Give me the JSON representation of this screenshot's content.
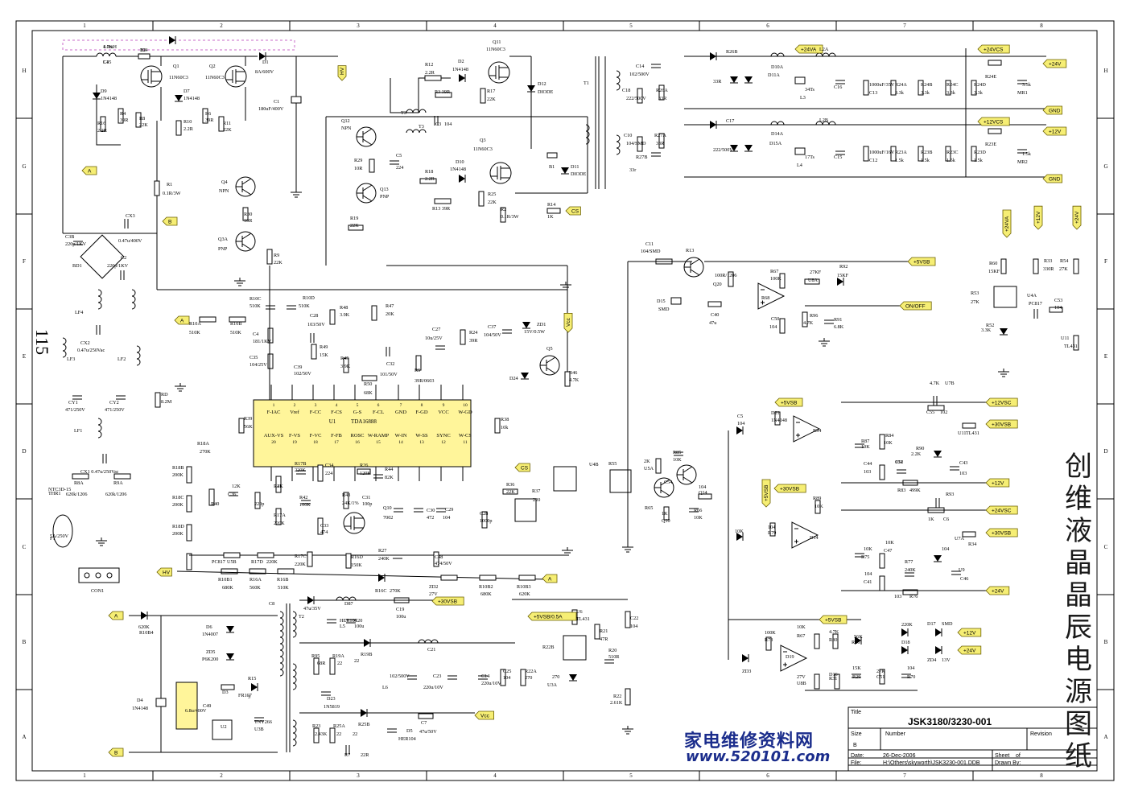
{
  "sheet": {
    "columns": [
      "1",
      "2",
      "3",
      "4",
      "5",
      "6",
      "7",
      "8"
    ],
    "rows": [
      "H",
      "G",
      "F",
      "E",
      "D",
      "C",
      "B",
      "A"
    ]
  },
  "title_vertical": "创维液晶晶辰电源图纸",
  "page_mark": "115",
  "watermark": {
    "line1": "家电维修资料网",
    "line2": "www.520101.com"
  },
  "title_block": {
    "title_label": "Title",
    "title": "JSK3180/3230-001",
    "size_label": "Size",
    "size": "B",
    "number_label": "Number",
    "revision_label": "Revision",
    "date_label": "Date:",
    "date": "26-Dec-2006",
    "sheet_label": "Sheet",
    "of_label": "of",
    "file_label": "File:",
    "file": "H:\\Others\\skyworth\\JSK3230-001.DDB",
    "drawn_label": "Drawn By:"
  },
  "net_flags": [
    {
      "text": "A"
    },
    {
      "text": "B"
    },
    {
      "text": "HV"
    },
    {
      "text": "A"
    },
    {
      "text": "CS"
    },
    {
      "text": "CS"
    },
    {
      "text": "A"
    },
    {
      "text": "HV"
    },
    {
      "text": "A"
    },
    {
      "text": "B"
    },
    {
      "text": "+24VA"
    },
    {
      "text": "+24VCS"
    },
    {
      "text": "+24V"
    },
    {
      "text": "GND"
    },
    {
      "text": "+12VCS"
    },
    {
      "text": "+12V"
    },
    {
      "text": "GND"
    },
    {
      "text": "+5VSB"
    },
    {
      "text": "ON/OFF"
    },
    {
      "text": "+24VA"
    },
    {
      "text": "+12V"
    },
    {
      "text": "+24V"
    },
    {
      "text": "+5VSB"
    },
    {
      "text": "+12VSC"
    },
    {
      "text": "+30VSB"
    },
    {
      "text": "+12V"
    },
    {
      "text": "+30VSB"
    },
    {
      "text": "+5VSB"
    },
    {
      "text": "+24VSC"
    },
    {
      "text": "+30VSB"
    },
    {
      "text": "+24V"
    },
    {
      "text": "+5VSB"
    },
    {
      "text": "+12V"
    },
    {
      "text": "+24V"
    },
    {
      "text": "+30VSB"
    },
    {
      "text": "+5VSB/0.5A"
    },
    {
      "text": "Vcc"
    },
    {
      "text": "Vcc"
    }
  ],
  "ic": {
    "ref": "U1",
    "part": "TDA16888",
    "top_pins": [
      {
        "num": "1",
        "name": "F-IAC"
      },
      {
        "num": "2",
        "name": "Vref"
      },
      {
        "num": "3",
        "name": "F-CC"
      },
      {
        "num": "4",
        "name": "F-CS"
      },
      {
        "num": "5",
        "name": "G-S"
      },
      {
        "num": "6",
        "name": "F-CL"
      },
      {
        "num": "7",
        "name": "GND"
      },
      {
        "num": "8",
        "name": "F-GD"
      },
      {
        "num": "9",
        "name": "VCC"
      },
      {
        "num": "10",
        "name": "W-GD"
      }
    ],
    "bottom_pins": [
      {
        "num": "20",
        "name": "AUX-VS"
      },
      {
        "num": "19",
        "name": "F-VS"
      },
      {
        "num": "18",
        "name": "F-VC"
      },
      {
        "num": "17",
        "name": "F-FB"
      },
      {
        "num": "16",
        "name": "ROSC"
      },
      {
        "num": "15",
        "name": "W-RAMP"
      },
      {
        "num": "14",
        "name": "W-IN"
      },
      {
        "num": "13",
        "name": "W-SS"
      },
      {
        "num": "12",
        "name": "SYNC"
      },
      {
        "num": "11",
        "name": "W-CS"
      }
    ]
  },
  "labels": [
    {
      "text": "1.0mH"
    },
    {
      "text": "L1"
    },
    {
      "text": "B2"
    },
    {
      "text": "Q1"
    },
    {
      "text": "11N60C3"
    },
    {
      "text": "Q2"
    },
    {
      "text": "11N60C3"
    },
    {
      "text": "D1"
    },
    {
      "text": "8A/600V"
    },
    {
      "text": "D9"
    },
    {
      "text": "1N4148"
    },
    {
      "text": "R4"
    },
    {
      "text": "39R"
    },
    {
      "text": "R8"
    },
    {
      "text": "22K"
    },
    {
      "text": "R16"
    },
    {
      "text": "2.2R"
    },
    {
      "text": "D7"
    },
    {
      "text": "1N4148"
    },
    {
      "text": "R6"
    },
    {
      "text": "39R"
    },
    {
      "text": "R11"
    },
    {
      "text": "22K"
    },
    {
      "text": "R10"
    },
    {
      "text": "2.2R"
    },
    {
      "text": "C1"
    },
    {
      "text": "180uF/400V"
    },
    {
      "text": "R1"
    },
    {
      "text": "0.1R/3W"
    },
    {
      "text": "Q4"
    },
    {
      "text": "NPN"
    },
    {
      "text": "R30"
    },
    {
      "text": "10R"
    },
    {
      "text": "Q3A"
    },
    {
      "text": "PNP"
    },
    {
      "text": "R9"
    },
    {
      "text": "22K"
    },
    {
      "text": "CX3"
    },
    {
      "text": "0.47u/400V"
    },
    {
      "text": "C3B"
    },
    {
      "text": "220p/1KV"
    },
    {
      "text": "BD1"
    },
    {
      "text": "C2"
    },
    {
      "text": "220p/1KV"
    },
    {
      "text": "LF4"
    },
    {
      "text": "CX2"
    },
    {
      "text": "0.47u/250Vac"
    },
    {
      "text": "LF3"
    },
    {
      "text": "LF2"
    },
    {
      "text": "CY1"
    },
    {
      "text": "471/250V"
    },
    {
      "text": "CY2"
    },
    {
      "text": "471/250V"
    },
    {
      "text": "RD"
    },
    {
      "text": "8.2M"
    },
    {
      "text": "LF1"
    },
    {
      "text": "CX1 0.47u/250Vac"
    },
    {
      "text": "R8A"
    },
    {
      "text": "620k/1206"
    },
    {
      "text": "R9A"
    },
    {
      "text": "620k/1206"
    },
    {
      "text": "THR1"
    },
    {
      "text": "NTC3D-15"
    },
    {
      "text": "F1"
    },
    {
      "text": "5A/250V"
    },
    {
      "text": "CON1"
    },
    {
      "text": "Q11"
    },
    {
      "text": "11N60C3"
    },
    {
      "text": "R12"
    },
    {
      "text": "2.2R"
    },
    {
      "text": "D2"
    },
    {
      "text": "1N4148"
    },
    {
      "text": "R3 39R"
    },
    {
      "text": "R17"
    },
    {
      "text": "22K"
    },
    {
      "text": "D12"
    },
    {
      "text": "DIODE"
    },
    {
      "text": "T3"
    },
    {
      "text": "T3"
    },
    {
      "text": "C3"
    },
    {
      "text": "104"
    },
    {
      "text": "Q12"
    },
    {
      "text": "NPN"
    },
    {
      "text": "C5"
    },
    {
      "text": "224"
    },
    {
      "text": "R29"
    },
    {
      "text": "10R"
    },
    {
      "text": "Q13"
    },
    {
      "text": "PNP"
    },
    {
      "text": "R18"
    },
    {
      "text": "2.2R"
    },
    {
      "text": "D10"
    },
    {
      "text": "1N4148"
    },
    {
      "text": "Q3"
    },
    {
      "text": "11N60C3"
    },
    {
      "text": "B1"
    },
    {
      "text": "D11"
    },
    {
      "text": "DIODE"
    },
    {
      "text": "R13 39R"
    },
    {
      "text": "R25"
    },
    {
      "text": "22K"
    },
    {
      "text": "R2"
    },
    {
      "text": "0.1R/3W"
    },
    {
      "text": "R14"
    },
    {
      "text": "1K"
    },
    {
      "text": "R19"
    },
    {
      "text": "22K"
    },
    {
      "text": "T1"
    },
    {
      "text": "R10A"
    },
    {
      "text": "510K"
    },
    {
      "text": "R10B"
    },
    {
      "text": "510K"
    },
    {
      "text": "C4"
    },
    {
      "text": "181/1KV"
    },
    {
      "text": "C35"
    },
    {
      "text": "104/25V"
    },
    {
      "text": "R10C"
    },
    {
      "text": "510K"
    },
    {
      "text": "R10D"
    },
    {
      "text": "510K"
    },
    {
      "text": "R48"
    },
    {
      "text": "3.9K"
    },
    {
      "text": "C28"
    },
    {
      "text": "103/50V"
    },
    {
      "text": "R49"
    },
    {
      "text": "15K"
    },
    {
      "text": "C39"
    },
    {
      "text": "102/50V"
    },
    {
      "text": "R47"
    },
    {
      "text": "20K"
    },
    {
      "text": "R45"
    },
    {
      "text": "3.9K"
    },
    {
      "text": "C32"
    },
    {
      "text": "101/50V"
    },
    {
      "text": "R50"
    },
    {
      "text": "68K"
    },
    {
      "text": "R5"
    },
    {
      "text": "39R/0603"
    },
    {
      "text": "C27"
    },
    {
      "text": "10u/25V"
    },
    {
      "text": "R24"
    },
    {
      "text": "39R"
    },
    {
      "text": "C37"
    },
    {
      "text": "104/50V"
    },
    {
      "text": "ZD1"
    },
    {
      "text": "15V/0.5W"
    },
    {
      "text": "Q5"
    },
    {
      "text": "D24"
    },
    {
      "text": "R46"
    },
    {
      "text": "4.7K"
    },
    {
      "text": "R39"
    },
    {
      "text": "56K"
    },
    {
      "text": "R38"
    },
    {
      "text": "10k"
    },
    {
      "text": "R18A"
    },
    {
      "text": "270K"
    },
    {
      "text": "R18B"
    },
    {
      "text": "200K"
    },
    {
      "text": "R18C"
    },
    {
      "text": "200K"
    },
    {
      "text": "R18D"
    },
    {
      "text": "200K"
    },
    {
      "text": "R40"
    },
    {
      "text": "12K"
    },
    {
      "text": "C36"
    },
    {
      "text": "220p"
    },
    {
      "text": "R41"
    },
    {
      "text": "12K"
    },
    {
      "text": "R17A"
    },
    {
      "text": "220K"
    },
    {
      "text": "R17B"
    },
    {
      "text": "220K"
    },
    {
      "text": "C34"
    },
    {
      "text": "224"
    },
    {
      "text": "R42"
    },
    {
      "text": "100K"
    },
    {
      "text": "C33"
    },
    {
      "text": "474"
    },
    {
      "text": "R43"
    },
    {
      "text": "24K/1%"
    },
    {
      "text": "R26"
    },
    {
      "text": "120K"
    },
    {
      "text": "R44"
    },
    {
      "text": "82K"
    },
    {
      "text": "C31"
    },
    {
      "text": "100p"
    },
    {
      "text": "Q10"
    },
    {
      "text": "7002"
    },
    {
      "text": "C30"
    },
    {
      "text": "472"
    },
    {
      "text": "C29"
    },
    {
      "text": "104"
    },
    {
      "text": "C28"
    },
    {
      "text": "1000p"
    },
    {
      "text": "R36"
    },
    {
      "text": "22K"
    },
    {
      "text": "R37"
    },
    {
      "text": "220"
    },
    {
      "text": "U4B"
    },
    {
      "text": "PC817"
    },
    {
      "text": "U5B"
    },
    {
      "text": "R17D"
    },
    {
      "text": "220K"
    },
    {
      "text": "R17C"
    },
    {
      "text": "220K"
    },
    {
      "text": "R16D"
    },
    {
      "text": "150K"
    },
    {
      "text": "R27"
    },
    {
      "text": "240K"
    },
    {
      "text": "C48"
    },
    {
      "text": "474/50V"
    },
    {
      "text": "R10B1"
    },
    {
      "text": "680K"
    },
    {
      "text": "R16A"
    },
    {
      "text": "560K"
    },
    {
      "text": "R16B"
    },
    {
      "text": "510K"
    },
    {
      "text": "R16C"
    },
    {
      "text": "270K"
    },
    {
      "text": "ZD2"
    },
    {
      "text": "27V"
    },
    {
      "text": "R10B2"
    },
    {
      "text": "680K"
    },
    {
      "text": "R10B3"
    },
    {
      "text": "620K"
    },
    {
      "text": "R10B4"
    },
    {
      "text": "620K"
    },
    {
      "text": "D6"
    },
    {
      "text": "1N4007"
    },
    {
      "text": "ZD5"
    },
    {
      "text": "P6K200"
    },
    {
      "text": "D3"
    },
    {
      "text": "FR107"
    },
    {
      "text": "R15"
    },
    {
      "text": "3"
    },
    {
      "text": "D4"
    },
    {
      "text": "1N4148"
    },
    {
      "text": "C49"
    },
    {
      "text": "6.8u/400V"
    },
    {
      "text": "U2"
    },
    {
      "text": "TNY266"
    },
    {
      "text": "U3B"
    },
    {
      "text": "C8"
    },
    {
      "text": "47u/35V"
    },
    {
      "text": "T2"
    },
    {
      "text": "D87"
    },
    {
      "text": "HER104"
    },
    {
      "text": "L5"
    },
    {
      "text": "C20"
    },
    {
      "text": "100u"
    },
    {
      "text": "C19"
    },
    {
      "text": "100u"
    },
    {
      "text": "R95"
    },
    {
      "text": "68R"
    },
    {
      "text": "R19A"
    },
    {
      "text": "22"
    },
    {
      "text": "R19B"
    },
    {
      "text": "22"
    },
    {
      "text": "D23"
    },
    {
      "text": "1N5819"
    },
    {
      "text": "C21"
    },
    {
      "text": "102/500V"
    },
    {
      "text": "L6"
    },
    {
      "text": "C23"
    },
    {
      "text": "220u/10V"
    },
    {
      "text": "C14"
    },
    {
      "text": "220u/10V"
    },
    {
      "text": "C25"
    },
    {
      "text": "104"
    },
    {
      "text": "R22A"
    },
    {
      "text": "270"
    },
    {
      "text": "R22B"
    },
    {
      "text": "270"
    },
    {
      "text": "U3A"
    },
    {
      "text": "U6"
    },
    {
      "text": "TL431"
    },
    {
      "text": "R21"
    },
    {
      "text": "47R"
    },
    {
      "text": "R20"
    },
    {
      "text": "510R"
    },
    {
      "text": "C22"
    },
    {
      "text": "104"
    },
    {
      "text": "R22"
    },
    {
      "text": "2.61K"
    },
    {
      "text": "R23"
    },
    {
      "text": "2.43K"
    },
    {
      "text": "R25A"
    },
    {
      "text": "22"
    },
    {
      "text": "R25B"
    },
    {
      "text": "22"
    },
    {
      "text": "D5"
    },
    {
      "text": "HER104"
    },
    {
      "text": "C7"
    },
    {
      "text": "47u/50V"
    },
    {
      "text": "R7"
    },
    {
      "text": "22R"
    },
    {
      "text": "C14"
    },
    {
      "text": "102/500V"
    },
    {
      "text": "C18"
    },
    {
      "text": "222/500V"
    },
    {
      "text": "R26A"
    },
    {
      "text": "33R"
    },
    {
      "text": "R26B"
    },
    {
      "text": "33R"
    },
    {
      "text": "D10A"
    },
    {
      "text": "D11A"
    },
    {
      "text": "L2A"
    },
    {
      "text": "34Ts"
    },
    {
      "text": "L3"
    },
    {
      "text": "C16"
    },
    {
      "text": "1000uF/35V"
    },
    {
      "text": "C13"
    },
    {
      "text": "R24A"
    },
    {
      "text": "3.3k"
    },
    {
      "text": "R24B"
    },
    {
      "text": "3.3k"
    },
    {
      "text": "R24C"
    },
    {
      "text": "3.3k"
    },
    {
      "text": "R24D"
    },
    {
      "text": "3.3k"
    },
    {
      "text": "R24E"
    },
    {
      "text": "3.3k"
    },
    {
      "text": "MR1"
    },
    {
      "text": "C10"
    },
    {
      "text": "104/SMD"
    },
    {
      "text": "R27A"
    },
    {
      "text": "33R"
    },
    {
      "text": "R27B"
    },
    {
      "text": "33r"
    },
    {
      "text": "C17"
    },
    {
      "text": "222/500V"
    },
    {
      "text": "D14A"
    },
    {
      "text": "D15A"
    },
    {
      "text": "L2B"
    },
    {
      "text": "17Ts"
    },
    {
      "text": "L4"
    },
    {
      "text": "C15"
    },
    {
      "text": "1000uF/16V"
    },
    {
      "text": "C12"
    },
    {
      "text": "R23A"
    },
    {
      "text": "1.5k"
    },
    {
      "text": "R23B"
    },
    {
      "text": "1.5k"
    },
    {
      "text": "R23C"
    },
    {
      "text": "1.5k"
    },
    {
      "text": "R23D"
    },
    {
      "text": "1.5k"
    },
    {
      "text": "R23E"
    },
    {
      "text": "1.5k"
    },
    {
      "text": "MR2"
    },
    {
      "text": "C11"
    },
    {
      "text": "104/SMD"
    },
    {
      "text": "R13"
    },
    {
      "text": "100R/1206"
    },
    {
      "text": "Q20"
    },
    {
      "text": "R67"
    },
    {
      "text": "100K"
    },
    {
      "text": "R68"
    },
    {
      "text": "27KF"
    },
    {
      "text": "U8A"
    },
    {
      "text": "R92"
    },
    {
      "text": "15KF"
    },
    {
      "text": "D15"
    },
    {
      "text": "SMD"
    },
    {
      "text": "C40"
    },
    {
      "text": "47u"
    },
    {
      "text": "R96"
    },
    {
      "text": "4.7K"
    },
    {
      "text": "R91"
    },
    {
      "text": "6.8K"
    },
    {
      "text": "C50"
    },
    {
      "text": "104"
    },
    {
      "text": "R60"
    },
    {
      "text": "15KF"
    },
    {
      "text": "R33"
    },
    {
      "text": "330R"
    },
    {
      "text": "R54"
    },
    {
      "text": "27K"
    },
    {
      "text": "R53"
    },
    {
      "text": "27K"
    },
    {
      "text": "U4A"
    },
    {
      "text": "PC817"
    },
    {
      "text": "C53"
    },
    {
      "text": "104"
    },
    {
      "text": "R52"
    },
    {
      "text": "3.3K"
    },
    {
      "text": "U11"
    },
    {
      "text": "TL431"
    },
    {
      "text": "R55"
    },
    {
      "text": "2K"
    },
    {
      "text": "U5A"
    },
    {
      "text": "R85"
    },
    {
      "text": "10K"
    },
    {
      "text": "C54"
    },
    {
      "text": "104"
    },
    {
      "text": "Q14"
    },
    {
      "text": "R65"
    },
    {
      "text": "1K"
    },
    {
      "text": "Q10"
    },
    {
      "text": "R66"
    },
    {
      "text": "10K"
    },
    {
      "text": "C5"
    },
    {
      "text": "104"
    },
    {
      "text": "D21"
    },
    {
      "text": "1N4148"
    },
    {
      "text": "R94"
    },
    {
      "text": "4.7K"
    },
    {
      "text": "U7B"
    },
    {
      "text": "C55"
    },
    {
      "text": "102"
    },
    {
      "text": "R84"
    },
    {
      "text": "10K"
    },
    {
      "text": "R90"
    },
    {
      "text": "2.2K"
    },
    {
      "text": "U11"
    },
    {
      "text": "TL431"
    },
    {
      "text": "R87"
    },
    {
      "text": "10K"
    },
    {
      "text": "C52"
    },
    {
      "text": "104"
    },
    {
      "text": "C43"
    },
    {
      "text": "103"
    },
    {
      "text": "C44"
    },
    {
      "text": "103"
    },
    {
      "text": "R83"
    },
    {
      "text": "499K"
    },
    {
      "text": "R89"
    },
    {
      "text": "10K"
    },
    {
      "text": "R93"
    },
    {
      "text": "1K"
    },
    {
      "text": "C6"
    },
    {
      "text": "104"
    },
    {
      "text": "R79"
    },
    {
      "text": "10K"
    },
    {
      "text": "D14"
    },
    {
      "text": "U7A"
    },
    {
      "text": "R34"
    },
    {
      "text": "10K"
    },
    {
      "text": "R75"
    },
    {
      "text": "10K"
    },
    {
      "text": "C47"
    },
    {
      "text": "104"
    },
    {
      "text": "R77"
    },
    {
      "text": "240K"
    },
    {
      "text": "U9"
    },
    {
      "text": "C46"
    },
    {
      "text": "104"
    },
    {
      "text": "C41"
    },
    {
      "text": "103"
    },
    {
      "text": "R76"
    },
    {
      "text": "100K"
    },
    {
      "text": "R73"
    },
    {
      "text": "10K"
    },
    {
      "text": "R67"
    },
    {
      "text": "4.7K"
    },
    {
      "text": "R30"
    },
    {
      "text": "56K"
    },
    {
      "text": "R26"
    },
    {
      "text": "220K"
    },
    {
      "text": "D17"
    },
    {
      "text": "SMD"
    },
    {
      "text": "D18"
    },
    {
      "text": "ZD4"
    },
    {
      "text": "13V"
    },
    {
      "text": "D19"
    },
    {
      "text": "ZD3"
    },
    {
      "text": "27V"
    },
    {
      "text": "U8B"
    },
    {
      "text": "D16"
    },
    {
      "text": "R31"
    },
    {
      "text": "15K"
    },
    {
      "text": "R29"
    },
    {
      "text": "27K"
    },
    {
      "text": "C51"
    },
    {
      "text": "104"
    },
    {
      "text": "R70"
    },
    {
      "text": "4.7K"
    },
    {
      "text": "C45"
    },
    {
      "text": "104"
    }
  ]
}
